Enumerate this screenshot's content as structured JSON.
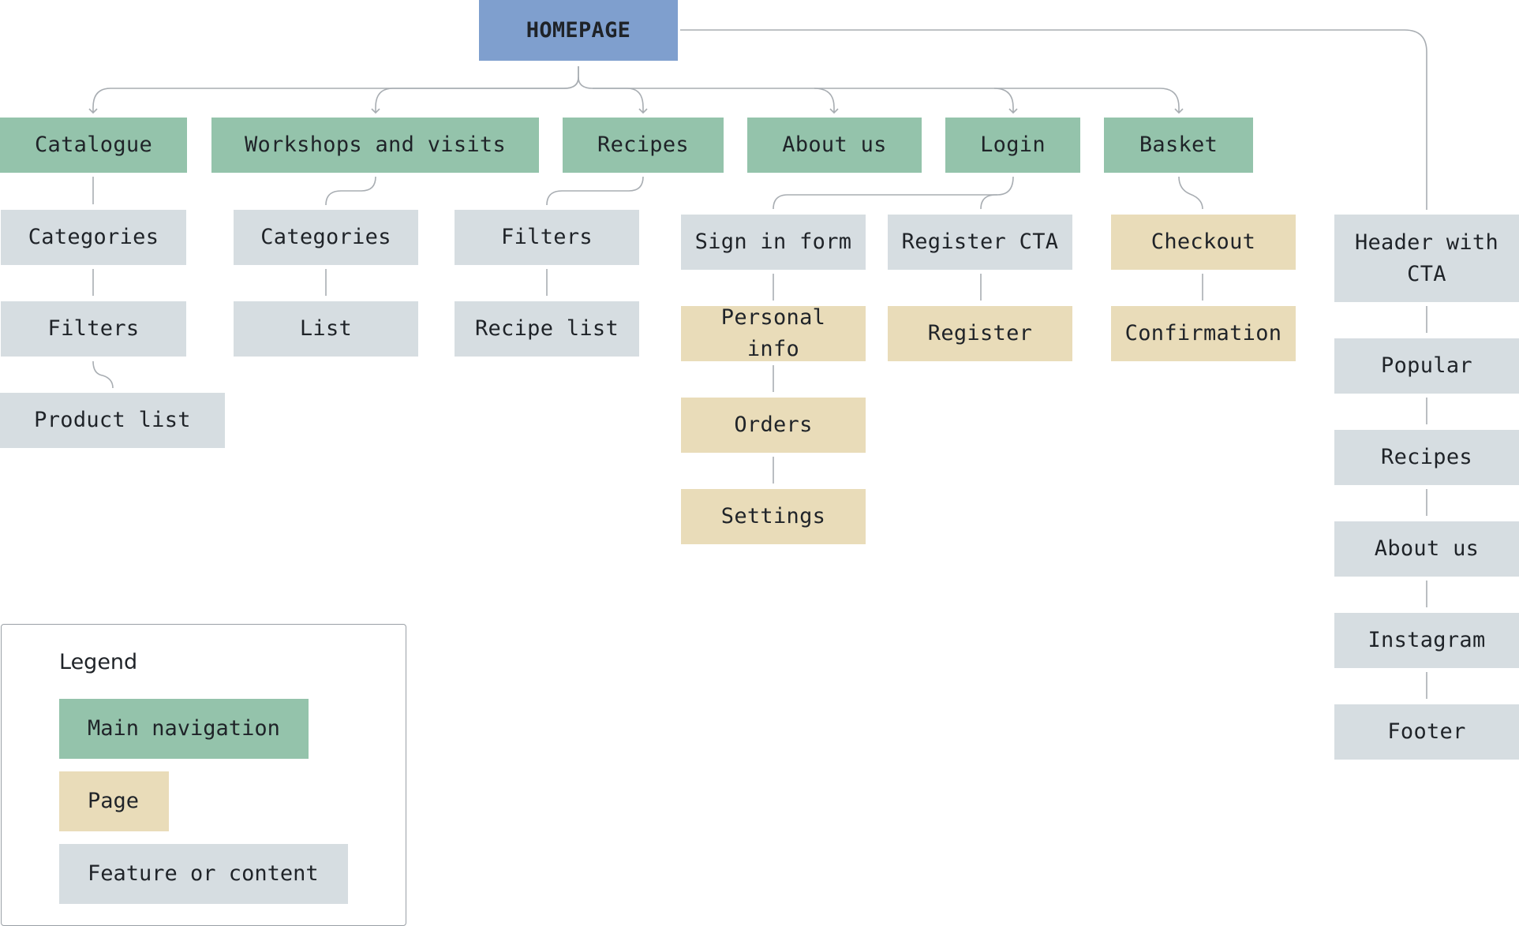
{
  "colors": {
    "home": "#7f9fce",
    "main_navigation": "#94c3ab",
    "page": "#e9dcb9",
    "feature": "#d6dde1",
    "connector": "#a8adb2"
  },
  "diagram": {
    "homepage": "HOMEPAGE",
    "main_navigation": {
      "catalogue": "Catalogue",
      "workshops": "Workshops and visits",
      "recipes": "Recipes",
      "about": "About us",
      "login": "Login",
      "basket": "Basket"
    },
    "catalogue_children": [
      "Categories",
      "Filters",
      "Product list"
    ],
    "workshops_children": [
      "Categories",
      "List"
    ],
    "recipes_children": [
      "Filters",
      "Recipe list"
    ],
    "login_children": {
      "sign_in_form": "Sign in form",
      "personal_info": "Personal info",
      "orders": "Orders",
      "settings": "Settings",
      "register_cta": "Register CTA",
      "register": "Register"
    },
    "basket_children": [
      "Checkout",
      "Confirmation"
    ],
    "homepage_content": [
      "Header with CTA",
      "Popular",
      "Recipes",
      "About us",
      "Instagram",
      "Footer"
    ]
  },
  "legend": {
    "title": "Legend",
    "main_navigation": "Main navigation",
    "page": "Page",
    "feature": "Feature or content"
  }
}
